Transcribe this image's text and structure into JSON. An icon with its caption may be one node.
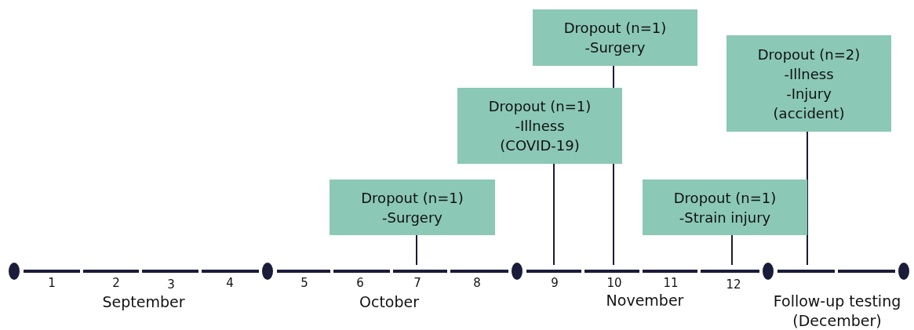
{
  "diagram": {
    "nodes": [
      {
        "text": [
          "Dropout (n=1)",
          "-Surgery"
        ]
      },
      {
        "text": [
          "Dropout (n=1)",
          "-Illness (COVID-19)"
        ]
      },
      {
        "text": [
          "Dropout (n=1)",
          "-Surgery"
        ]
      },
      {
        "text": [
          "Dropout (n=1)",
          "-Strain injury"
        ]
      },
      {
        "text": [
          "Dropout (n=2)",
          "-Illness",
          "-Injury (accident)"
        ]
      }
    ],
    "edges": [
      {
        "from": 0,
        "to": null,
        "arrow": "none"
      },
      {
        "from": 1,
        "to": null,
        "arrow": "none"
      },
      {
        "from": 2,
        "to": null,
        "arrow": "none"
      },
      {
        "from": 3,
        "to": null,
        "arrow": "none"
      },
      {
        "from": 4,
        "to": null,
        "arrow": "none"
      }
    ],
    "labels": [
      "1",
      "2",
      "3",
      "4",
      "5",
      "6",
      "7",
      "8",
      "9",
      "10",
      "11",
      "12",
      "September",
      "October",
      "November",
      "Follow-up testing (December)"
    ]
  }
}
